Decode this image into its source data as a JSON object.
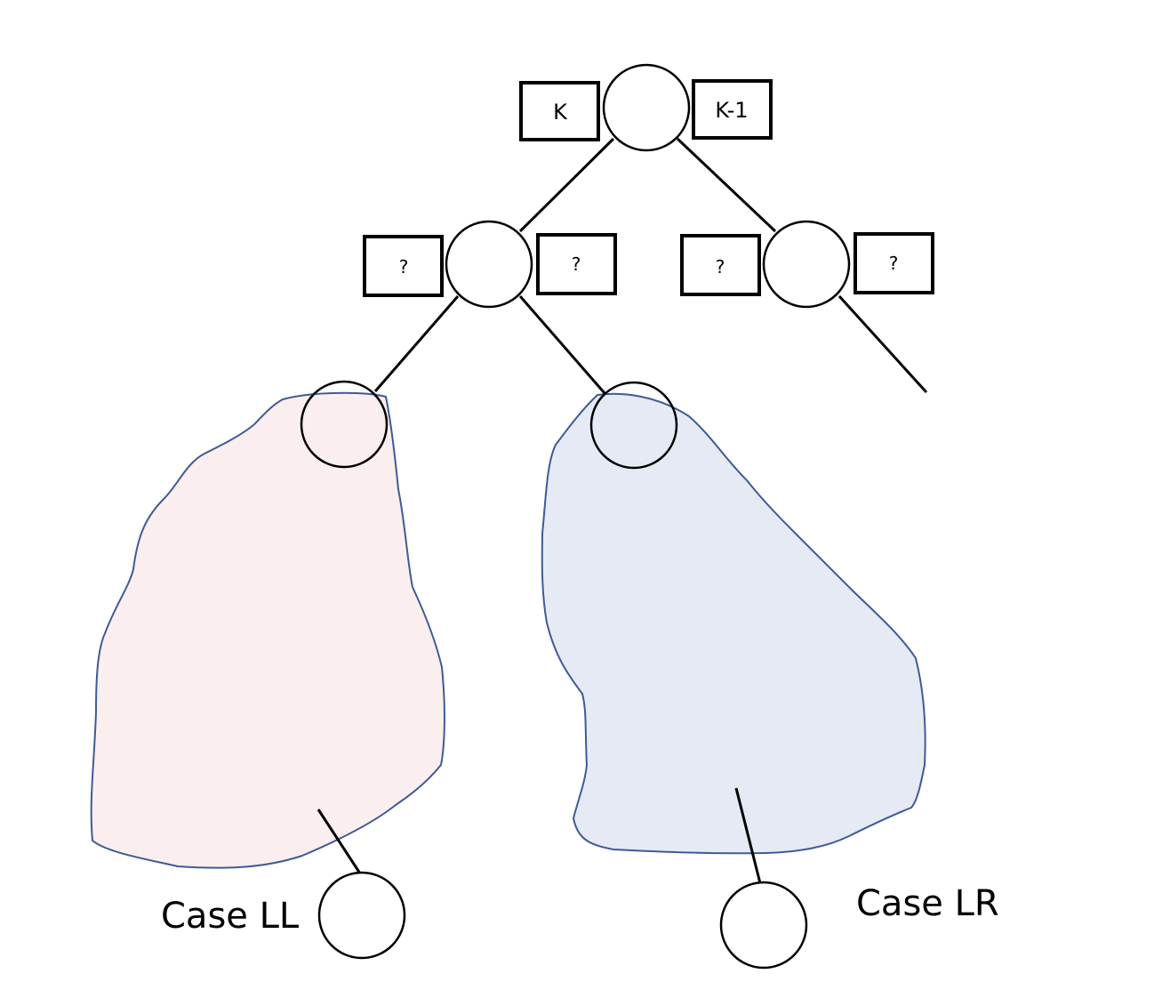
{
  "root": {
    "left_label": "K",
    "right_label": "K-1"
  },
  "left_child": {
    "left_label": "?",
    "right_label": "?"
  },
  "right_child": {
    "left_label": "?",
    "right_label": "?"
  },
  "case_ll": {
    "label": "Case LL",
    "fill_color": "#fbeeee"
  },
  "case_lr": {
    "label": "Case LR",
    "fill_color": "#e5eaf5"
  },
  "outline_color": "#3f5b96"
}
